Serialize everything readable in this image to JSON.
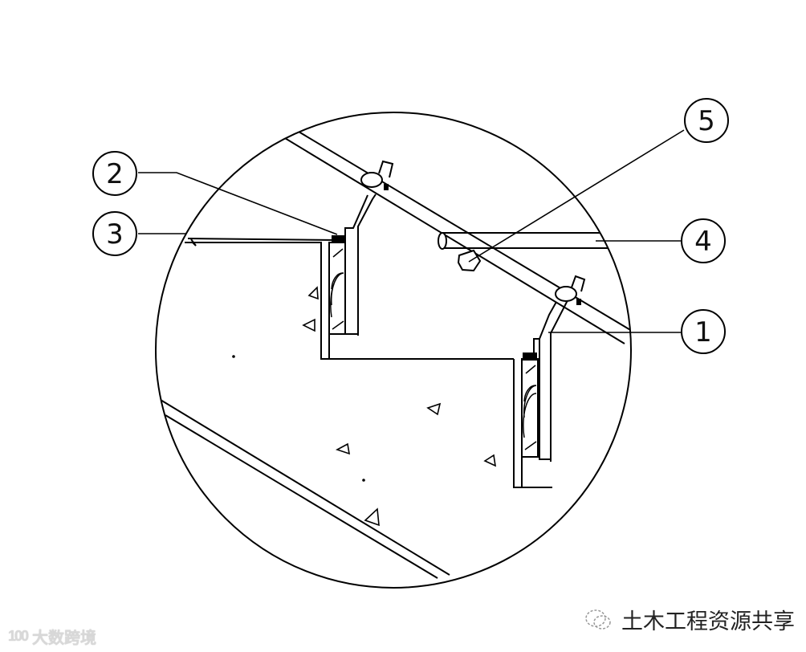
{
  "diagram": {
    "type": "CAD detail callout (circular enlargement)",
    "subject": "stair step edge with timber blocking, metal brackets and inclined handrail",
    "stroke_color": "#000000",
    "background_color": "#ffffff"
  },
  "callouts": [
    {
      "id": "1",
      "label": "1",
      "target": "lower bracket / post"
    },
    {
      "id": "2",
      "label": "2",
      "target": "upper bracket foot plate"
    },
    {
      "id": "3",
      "label": "3",
      "target": "step nosing / tread edge"
    },
    {
      "id": "4",
      "label": "4",
      "target": "horizontal bar"
    },
    {
      "id": "5",
      "label": "5",
      "target": "bolt / connector on rail"
    }
  ],
  "watermarks": {
    "left": {
      "logo": "100",
      "text": "大数跨境"
    },
    "right": {
      "icon": "wechat-icon",
      "text": "土木工程资源共享"
    }
  }
}
